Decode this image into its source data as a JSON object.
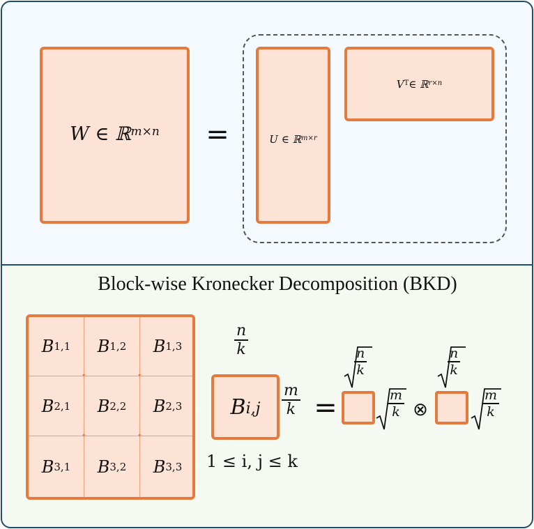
{
  "top": {
    "w_label": {
      "base": "W ∈ ℝ",
      "sup": "m×n"
    },
    "equals": "=",
    "u_label": {
      "base": "U ∈ ℝ",
      "sup": "m×r"
    },
    "v_label": {
      "base": "V",
      "sup_t": "T",
      "mid": " ∈ ℝ",
      "sup": "r×n"
    }
  },
  "bottom": {
    "title": "Block-wise Kronecker Decomposition (BKD)",
    "grid": [
      [
        {
          "b": "B",
          "sub": "1,1"
        },
        {
          "b": "B",
          "sub": "1,2"
        },
        {
          "b": "B",
          "sub": "1,3"
        }
      ],
      [
        {
          "b": "B",
          "sub": "2,1"
        },
        {
          "b": "B",
          "sub": "2,2"
        },
        {
          "b": "B",
          "sub": "2,3"
        }
      ],
      [
        {
          "b": "B",
          "sub": "3,1"
        },
        {
          "b": "B",
          "sub": "3,2"
        },
        {
          "b": "B",
          "sub": "3,3"
        }
      ]
    ],
    "block": {
      "b": "B",
      "sub": "i,j"
    },
    "frac_top": {
      "num": "n",
      "den": "k"
    },
    "frac_side": {
      "num": "m",
      "den": "k"
    },
    "condition": "1 ≤ i, j ≤ k",
    "equals": "=",
    "kron": "⊗",
    "sqrt1_top": {
      "num": "n",
      "den": "k"
    },
    "sqrt1_side": {
      "num": "m",
      "den": "k"
    },
    "sqrt2_top": {
      "num": "n",
      "den": "k"
    },
    "sqrt2_side": {
      "num": "m",
      "den": "k"
    }
  },
  "colors": {
    "matrix_fill": "#fce3d6",
    "matrix_border": "#e47a3e",
    "panel_border": "#1f4e66",
    "top_bg": "#f3f9fd",
    "bottom_bg": "#f4faf2"
  }
}
